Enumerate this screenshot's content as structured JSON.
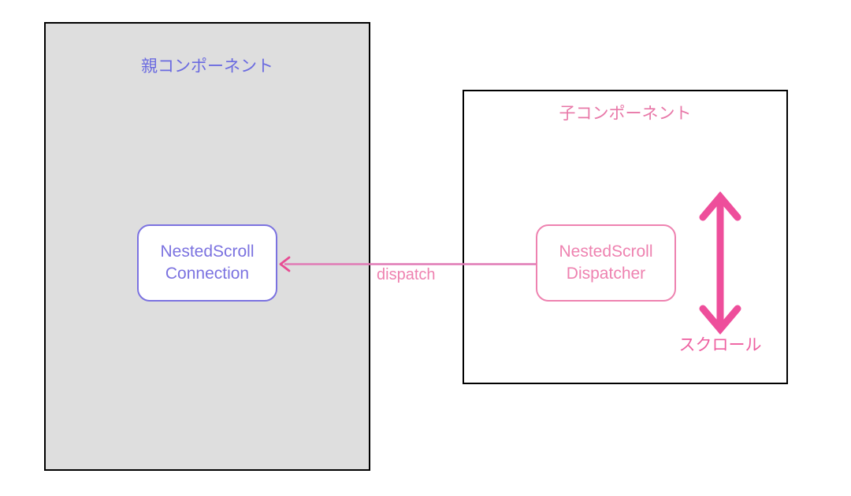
{
  "diagram": {
    "title_hidden": "",
    "parent": {
      "title": "親コンポーネント",
      "fill_color": "#dedede",
      "border_color": "#000000",
      "title_color": "#6b6be0"
    },
    "child": {
      "title": "子コンポーネント",
      "fill_color": "#ffffff",
      "border_color": "#000000",
      "title_color": "#e878a8"
    },
    "nodes": [
      {
        "id": "nested-scroll-connection",
        "line1": "NestedScroll",
        "line2": "Connection",
        "border_color": "#7b72e0",
        "text_color": "#7b72e0",
        "fill_color": "#ffffff"
      },
      {
        "id": "nested-scroll-dispatcher",
        "line1": "NestedScroll",
        "line2": "Dispatcher",
        "border_color": "#ee82b0",
        "text_color": "#ee82b0",
        "fill_color": "#ffffff"
      }
    ],
    "edges": [
      {
        "id": "dispatch-edge",
        "label": "dispatch",
        "label_color": "#ee82b0",
        "line_color": "#e07ab5",
        "arrowhead_color": "#e84b93",
        "direction": "right-to-left"
      }
    ],
    "annotations": [
      {
        "id": "scroll-arrow",
        "label": "スクロール",
        "label_color": "#ee5fa0",
        "arrow_color": "#ee4e9b",
        "arrow_type": "double-headed-vertical"
      }
    ]
  }
}
